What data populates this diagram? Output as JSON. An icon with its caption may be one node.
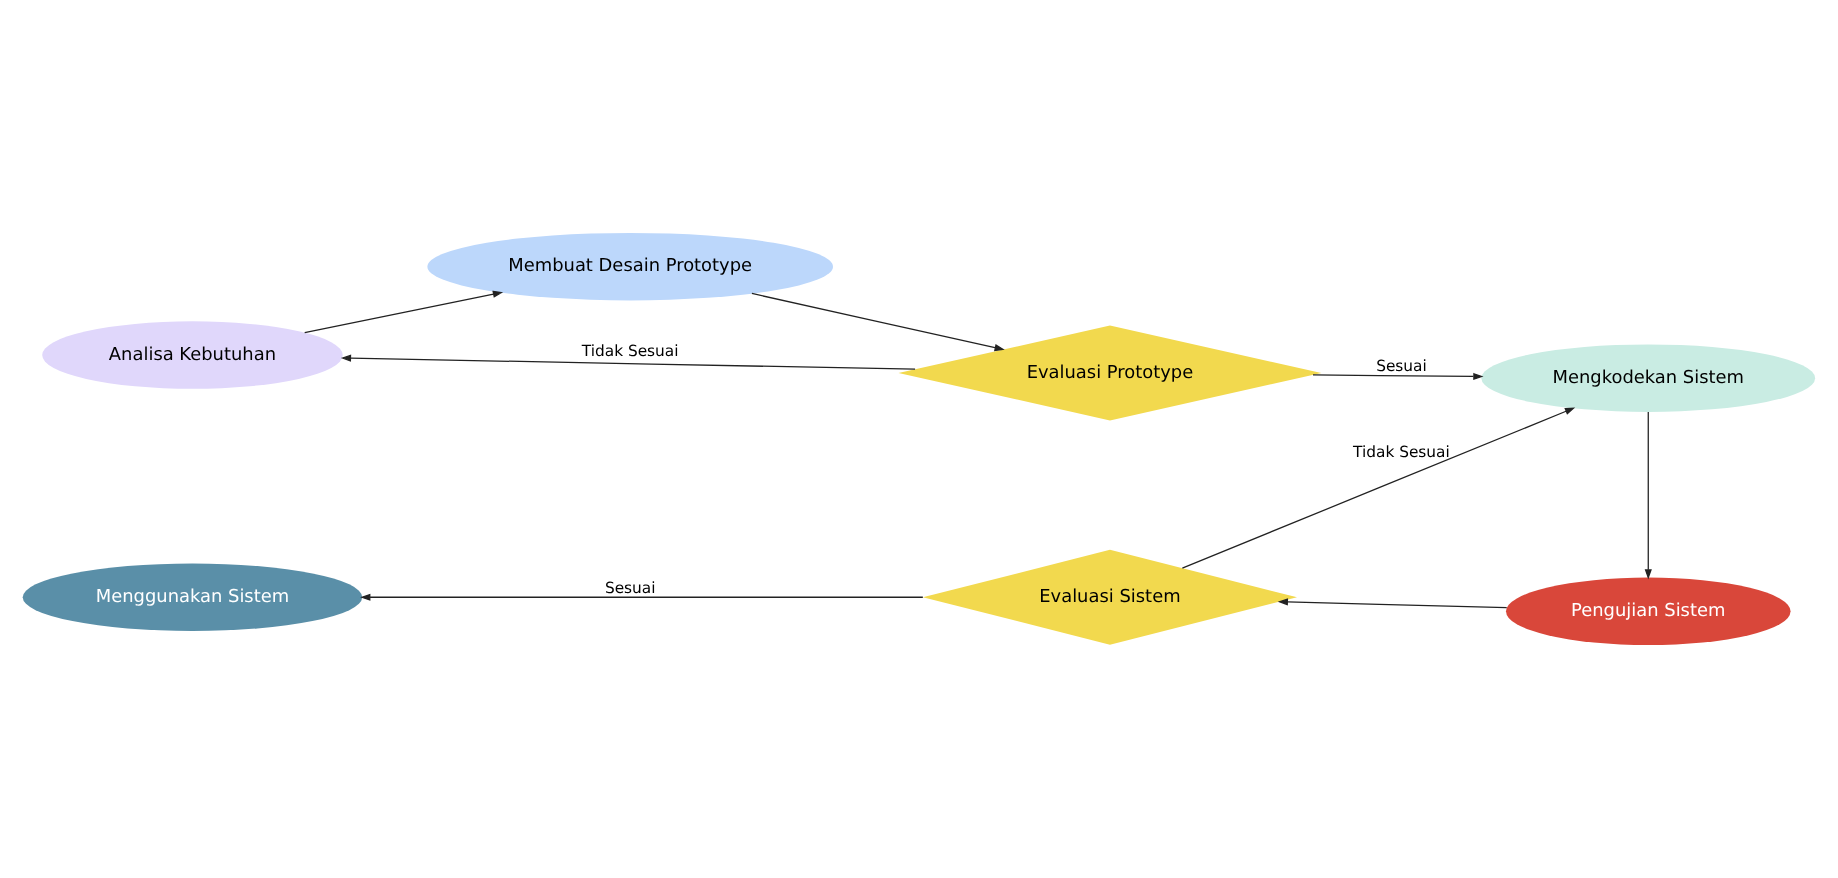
{
  "diagram": {
    "nodes": [
      {
        "text": [
          "Analisa Kebutuhan"
        ]
      },
      {
        "text": [
          "Membuat Desain Prototype"
        ]
      },
      {
        "text": [
          "Evaluasi Prototype"
        ]
      },
      {
        "text": [
          "Mengkodekan Sistem"
        ]
      },
      {
        "text": [
          "Pengujian Sistem"
        ]
      },
      {
        "text": [
          "Evaluasi Sistem"
        ]
      },
      {
        "text": [
          "Menggunakan Sistem"
        ]
      }
    ],
    "edges": [
      {
        "from": 0,
        "to": 1,
        "arrow": "to"
      },
      {
        "from": 1,
        "to": 2,
        "arrow": "to"
      },
      {
        "from": 2,
        "to": 0,
        "arrow": "to",
        "label": "Tidak Sesuai"
      },
      {
        "from": 2,
        "to": 3,
        "arrow": "to",
        "label": "Sesuai"
      },
      {
        "from": 3,
        "to": 4,
        "arrow": "to"
      },
      {
        "from": 4,
        "to": 5,
        "arrow": "to"
      },
      {
        "from": 5,
        "to": 3,
        "arrow": "to",
        "label": "Tidak Sesuai"
      },
      {
        "from": 5,
        "to": 6,
        "arrow": "to",
        "label": "Sesuai"
      }
    ]
  }
}
